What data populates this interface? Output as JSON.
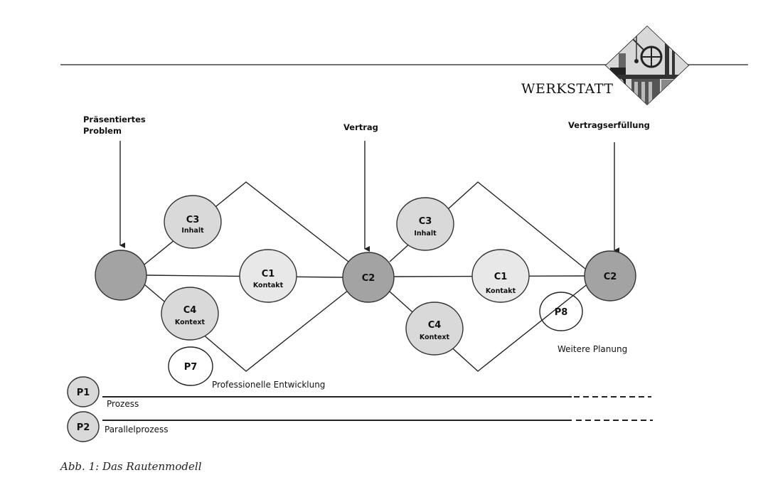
{
  "header": {
    "brand": "WERKSTATT",
    "logo": "diamond-engraving-logo"
  },
  "top_labels": {
    "presented_problem_line1": "Präsentiertes",
    "presented_problem_line2": "Problem",
    "contract": "Vertrag",
    "contract_fulfillment": "Vertragserfüllung"
  },
  "nodes": {
    "start": {
      "main": "",
      "sub": ""
    },
    "left_c3": {
      "main": "C3",
      "sub": "Inhalt"
    },
    "left_c1": {
      "main": "C1",
      "sub": "Kontakt"
    },
    "left_c4": {
      "main": "C4",
      "sub": "Kontext"
    },
    "mid_c2": {
      "main": "C2",
      "sub": ""
    },
    "right_c3": {
      "main": "C3",
      "sub": "Inhalt"
    },
    "right_c1": {
      "main": "C1",
      "sub": "Kontakt"
    },
    "right_c4": {
      "main": "C4",
      "sub": "Kontext"
    },
    "end_c2": {
      "main": "C2",
      "sub": ""
    },
    "p7": {
      "main": "P7"
    },
    "p8": {
      "main": "P8"
    }
  },
  "annotations": {
    "p7_label": "Professionelle Entwicklung",
    "p8_label": "Weitere Planung"
  },
  "legend": {
    "p1": {
      "badge": "P1",
      "label": "Prozess"
    },
    "p2": {
      "badge": "P2",
      "label": "Parallelprozess"
    }
  },
  "colors": {
    "dark_node": "#a3a3a3",
    "mid_node": "#d9d9d9",
    "light_node": "#e8e8e8",
    "outline": "#333333"
  },
  "caption": "Abb. 1: Das Rautenmodell"
}
